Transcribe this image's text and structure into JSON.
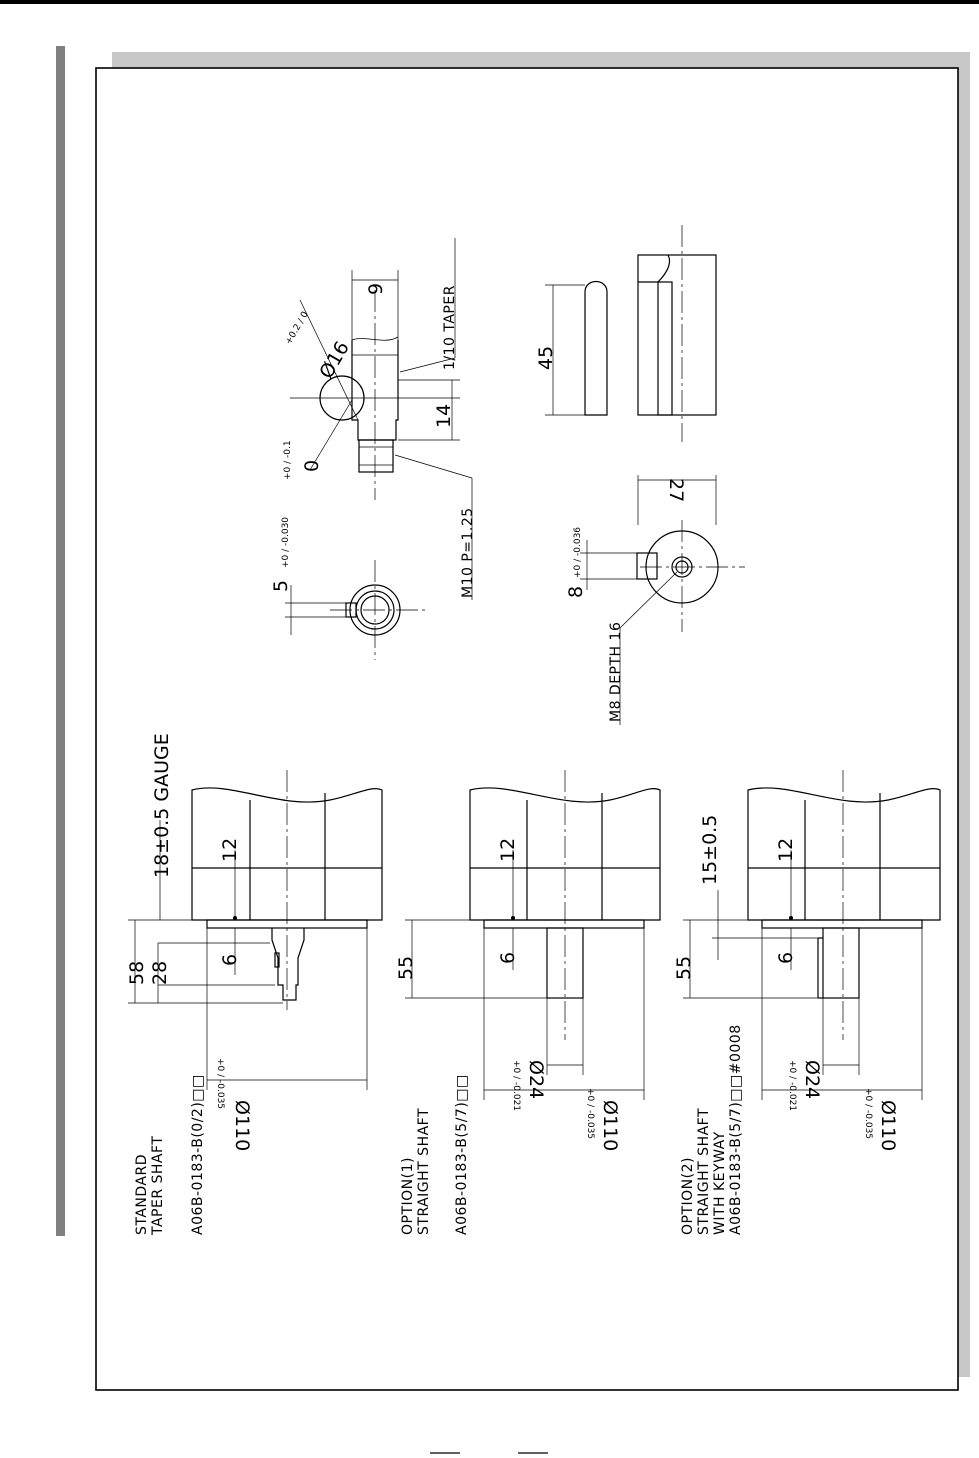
{
  "page": {
    "footer_marks": [
      "",
      ""
    ]
  },
  "drawing": {
    "standard": {
      "title_line1": "STANDARD",
      "title_line2": "TAPER SHAFT",
      "part_no": "A06B-0183-B(0/2)□□",
      "dim_58": "58",
      "dim_28": "28",
      "dim_18_gauge": "18±0.5 GAUGE",
      "dim_12": "12",
      "dim_6": "6",
      "dia_110": "Ø110",
      "dia_110_tol": "+0 / -0.035"
    },
    "option1": {
      "title_line1": "OPTION(1)",
      "title_line2": "STRAIGHT SHAFT",
      "part_no": "A06B-0183-B(5/7)□□",
      "dim_55": "55",
      "dim_12": "12",
      "dim_6": "6",
      "dia_24": "Ø24",
      "dia_24_tol": "+0 / -0.021",
      "dia_110": "Ø110",
      "dia_110_tol": "+0 / -0.035"
    },
    "option2": {
      "title_line1": "OPTION(2)",
      "title_line2": "STRAIGHT SHAFT",
      "title_line3": "WITH KEYWAY",
      "part_no": "A06B-0183-B(5/7)□□#0008",
      "dim_55": "55",
      "dim_15": "15±0.5",
      "dim_12": "12",
      "dim_6": "6",
      "dia_24": "Ø24",
      "dia_24_tol": "+0 / -0.021",
      "dia_110": "Ø110",
      "dia_110_tol": "+0 / -0.035"
    },
    "taper_detail": {
      "dim_9": "9",
      "dia_16": "Ø16",
      "dia_16_tol": "+0.2 / 0",
      "taper": "1/10 TAPER",
      "dim_14": "14",
      "thread": "M10 P=1.25",
      "key_width": "5",
      "key_width_tol": "+0 / -0.030",
      "angle_tol": "+0 / -0.1",
      "angle_base": "0"
    },
    "keyway_detail": {
      "dim_45": "45",
      "dim_27": "27",
      "key_width": "8",
      "key_width_tol": "+0 / -0.036",
      "tap": "M8 DEPTH 16"
    }
  }
}
